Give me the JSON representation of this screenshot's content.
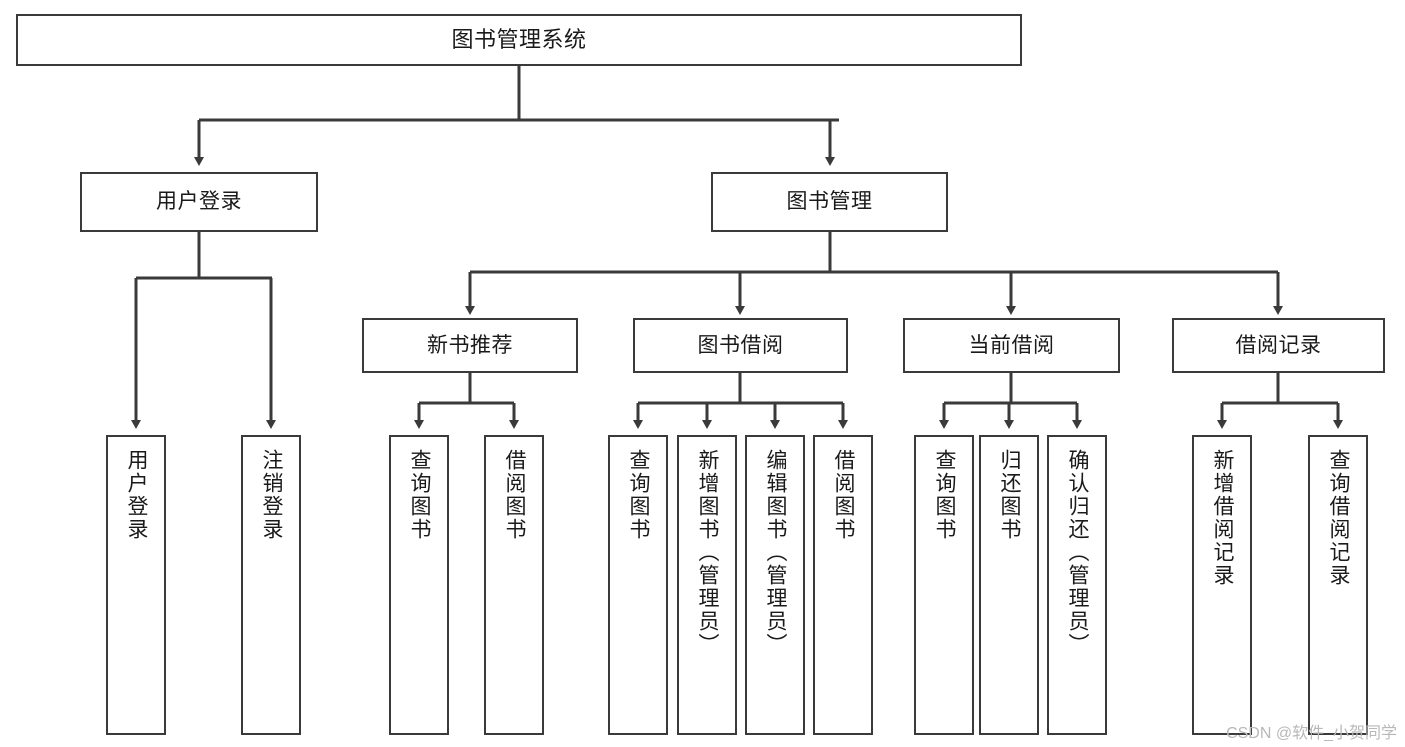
{
  "diagram": {
    "type": "tree",
    "title": "图书管理系统",
    "line_color": "#3a3a3a",
    "box_fill": "#ffffff",
    "text_color": "#1a1a1a"
  },
  "nodes": {
    "root": {
      "label": "图书管理系统"
    },
    "level2": [
      {
        "label": "用户登录"
      },
      {
        "label": "图书管理"
      }
    ],
    "level3": [
      {
        "label": "新书推荐"
      },
      {
        "label": "图书借阅"
      },
      {
        "label": "当前借阅"
      },
      {
        "label": "借阅记录"
      }
    ],
    "leaves": {
      "user_login": [
        {
          "label": "用户登录"
        },
        {
          "label": "注销登录"
        }
      ],
      "new_book": [
        {
          "label": "查询图书"
        },
        {
          "label": "借阅图书"
        }
      ],
      "book_borrow": [
        {
          "label": "查询图书"
        },
        {
          "label": "新增图书（管理员）"
        },
        {
          "label": "编辑图书（管理员）"
        },
        {
          "label": "借阅图书"
        }
      ],
      "current_borrow": [
        {
          "label": "查询图书"
        },
        {
          "label": "归还图书"
        },
        {
          "label": "确认归还（管理员）"
        }
      ],
      "borrow_record": [
        {
          "label": "新增借阅记录"
        },
        {
          "label": "查询借阅记录"
        }
      ]
    }
  },
  "watermark": {
    "text": "CSDN @软件_小贺同学"
  }
}
